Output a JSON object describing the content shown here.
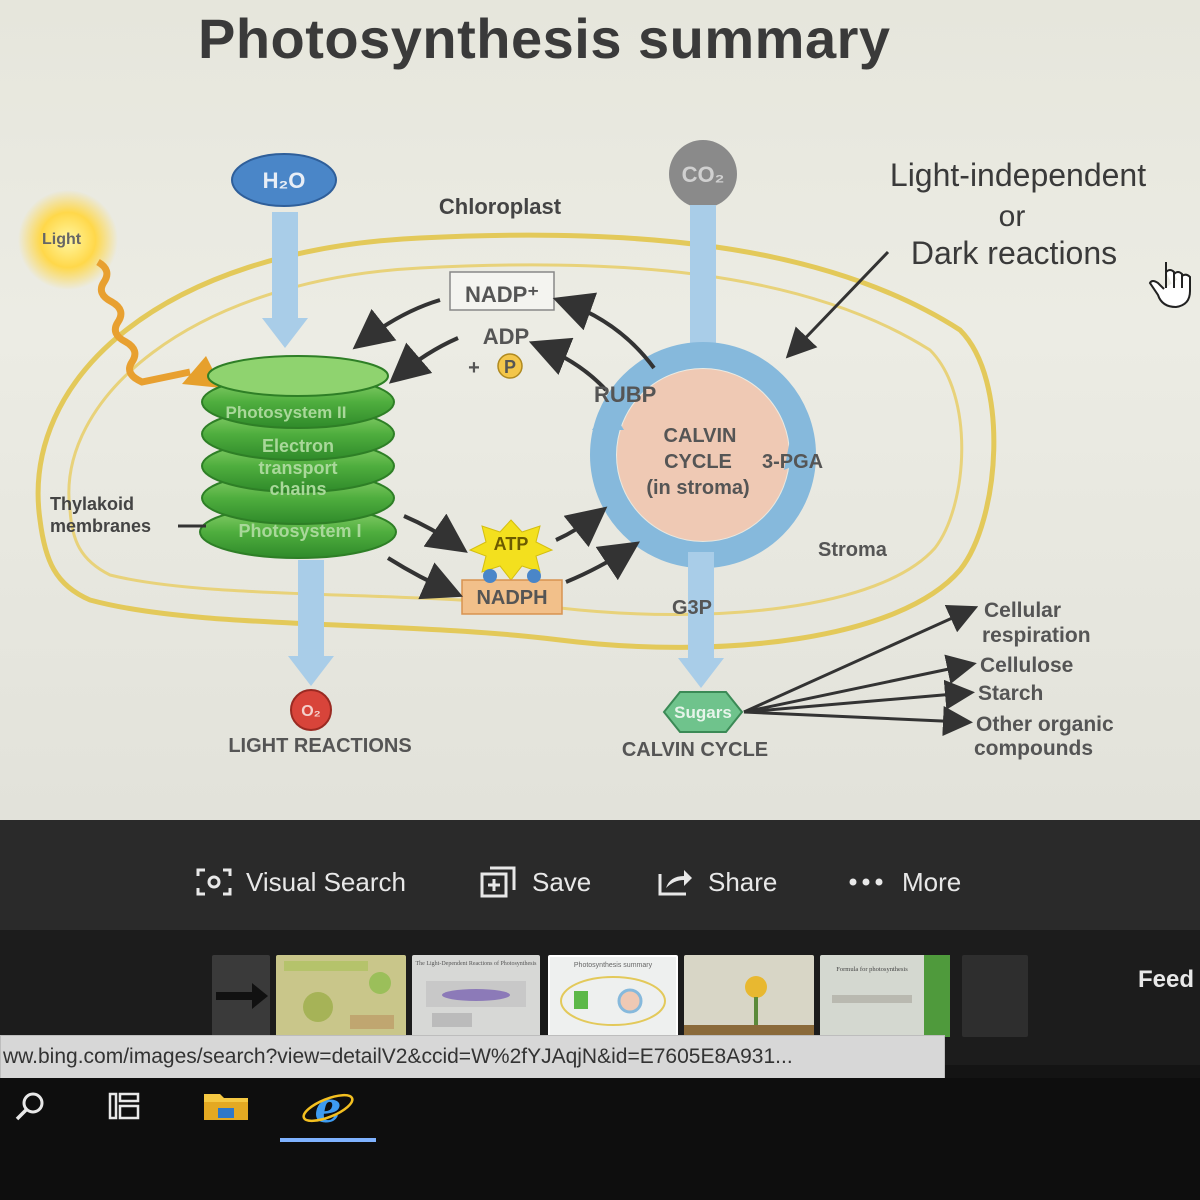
{
  "title": "Photosynthesis summary",
  "diagram": {
    "h2o": "H₂O",
    "co2": "CO₂",
    "chloroplast": "Chloroplast",
    "light": "Light",
    "light_independent": "Light-independent",
    "or": "or",
    "dark_reactions": "Dark reactions",
    "nadp_plus": "NADP⁺",
    "adp": "ADP",
    "plus": "+",
    "p": "P",
    "rubp": "RUBP",
    "photosystem_ii": "Photosystem II",
    "electron": "Electron",
    "transport": "transport",
    "chains": "chains",
    "photosystem_i": "Photosystem I",
    "thylakoid": "Thylakoid",
    "membranes": "membranes",
    "calvin": "CALVIN",
    "cycle": "CYCLE",
    "in_stroma": "(in stroma)",
    "pga": "3-PGA",
    "atp": "ATP",
    "nadph": "NADPH",
    "stroma": "Stroma",
    "g3p": "G3P",
    "o2": "O₂",
    "light_reactions": "LIGHT REACTIONS",
    "sugars": "Sugars",
    "calvin_cycle": "CALVIN CYCLE",
    "cellular": "Cellular",
    "respiration": "respiration",
    "cellulose": "Cellulose",
    "starch": "Starch",
    "other_organic": "Other organic",
    "compounds": "compounds"
  },
  "toolbar": {
    "visual_search": "Visual Search",
    "save": "Save",
    "share": "Share",
    "more": "More"
  },
  "filmstrip": {
    "thumb2_caption": "The Light-Dependent Reactions of Photosynthesis",
    "thumb3_caption": "Photosynthesis summary",
    "thumb5_caption": "Formula for photosynthesis",
    "feedback": "Feed"
  },
  "status_url": "ww.bing.com/images/search?view=detailV2&ccid=W%2fYJAqjN&id=E7605E8A931...",
  "colors": {
    "chloroplast_outline": "#e3c95a",
    "thylakoid_green": "#5cb848",
    "calvin_blue": "#86b9dc",
    "calvin_fill": "#efc9b4",
    "h2o_blue": "#4a86c8",
    "o2_red": "#d8443a",
    "atp_yellow": "#f3e01e",
    "sugars_green": "#6fc38c"
  }
}
